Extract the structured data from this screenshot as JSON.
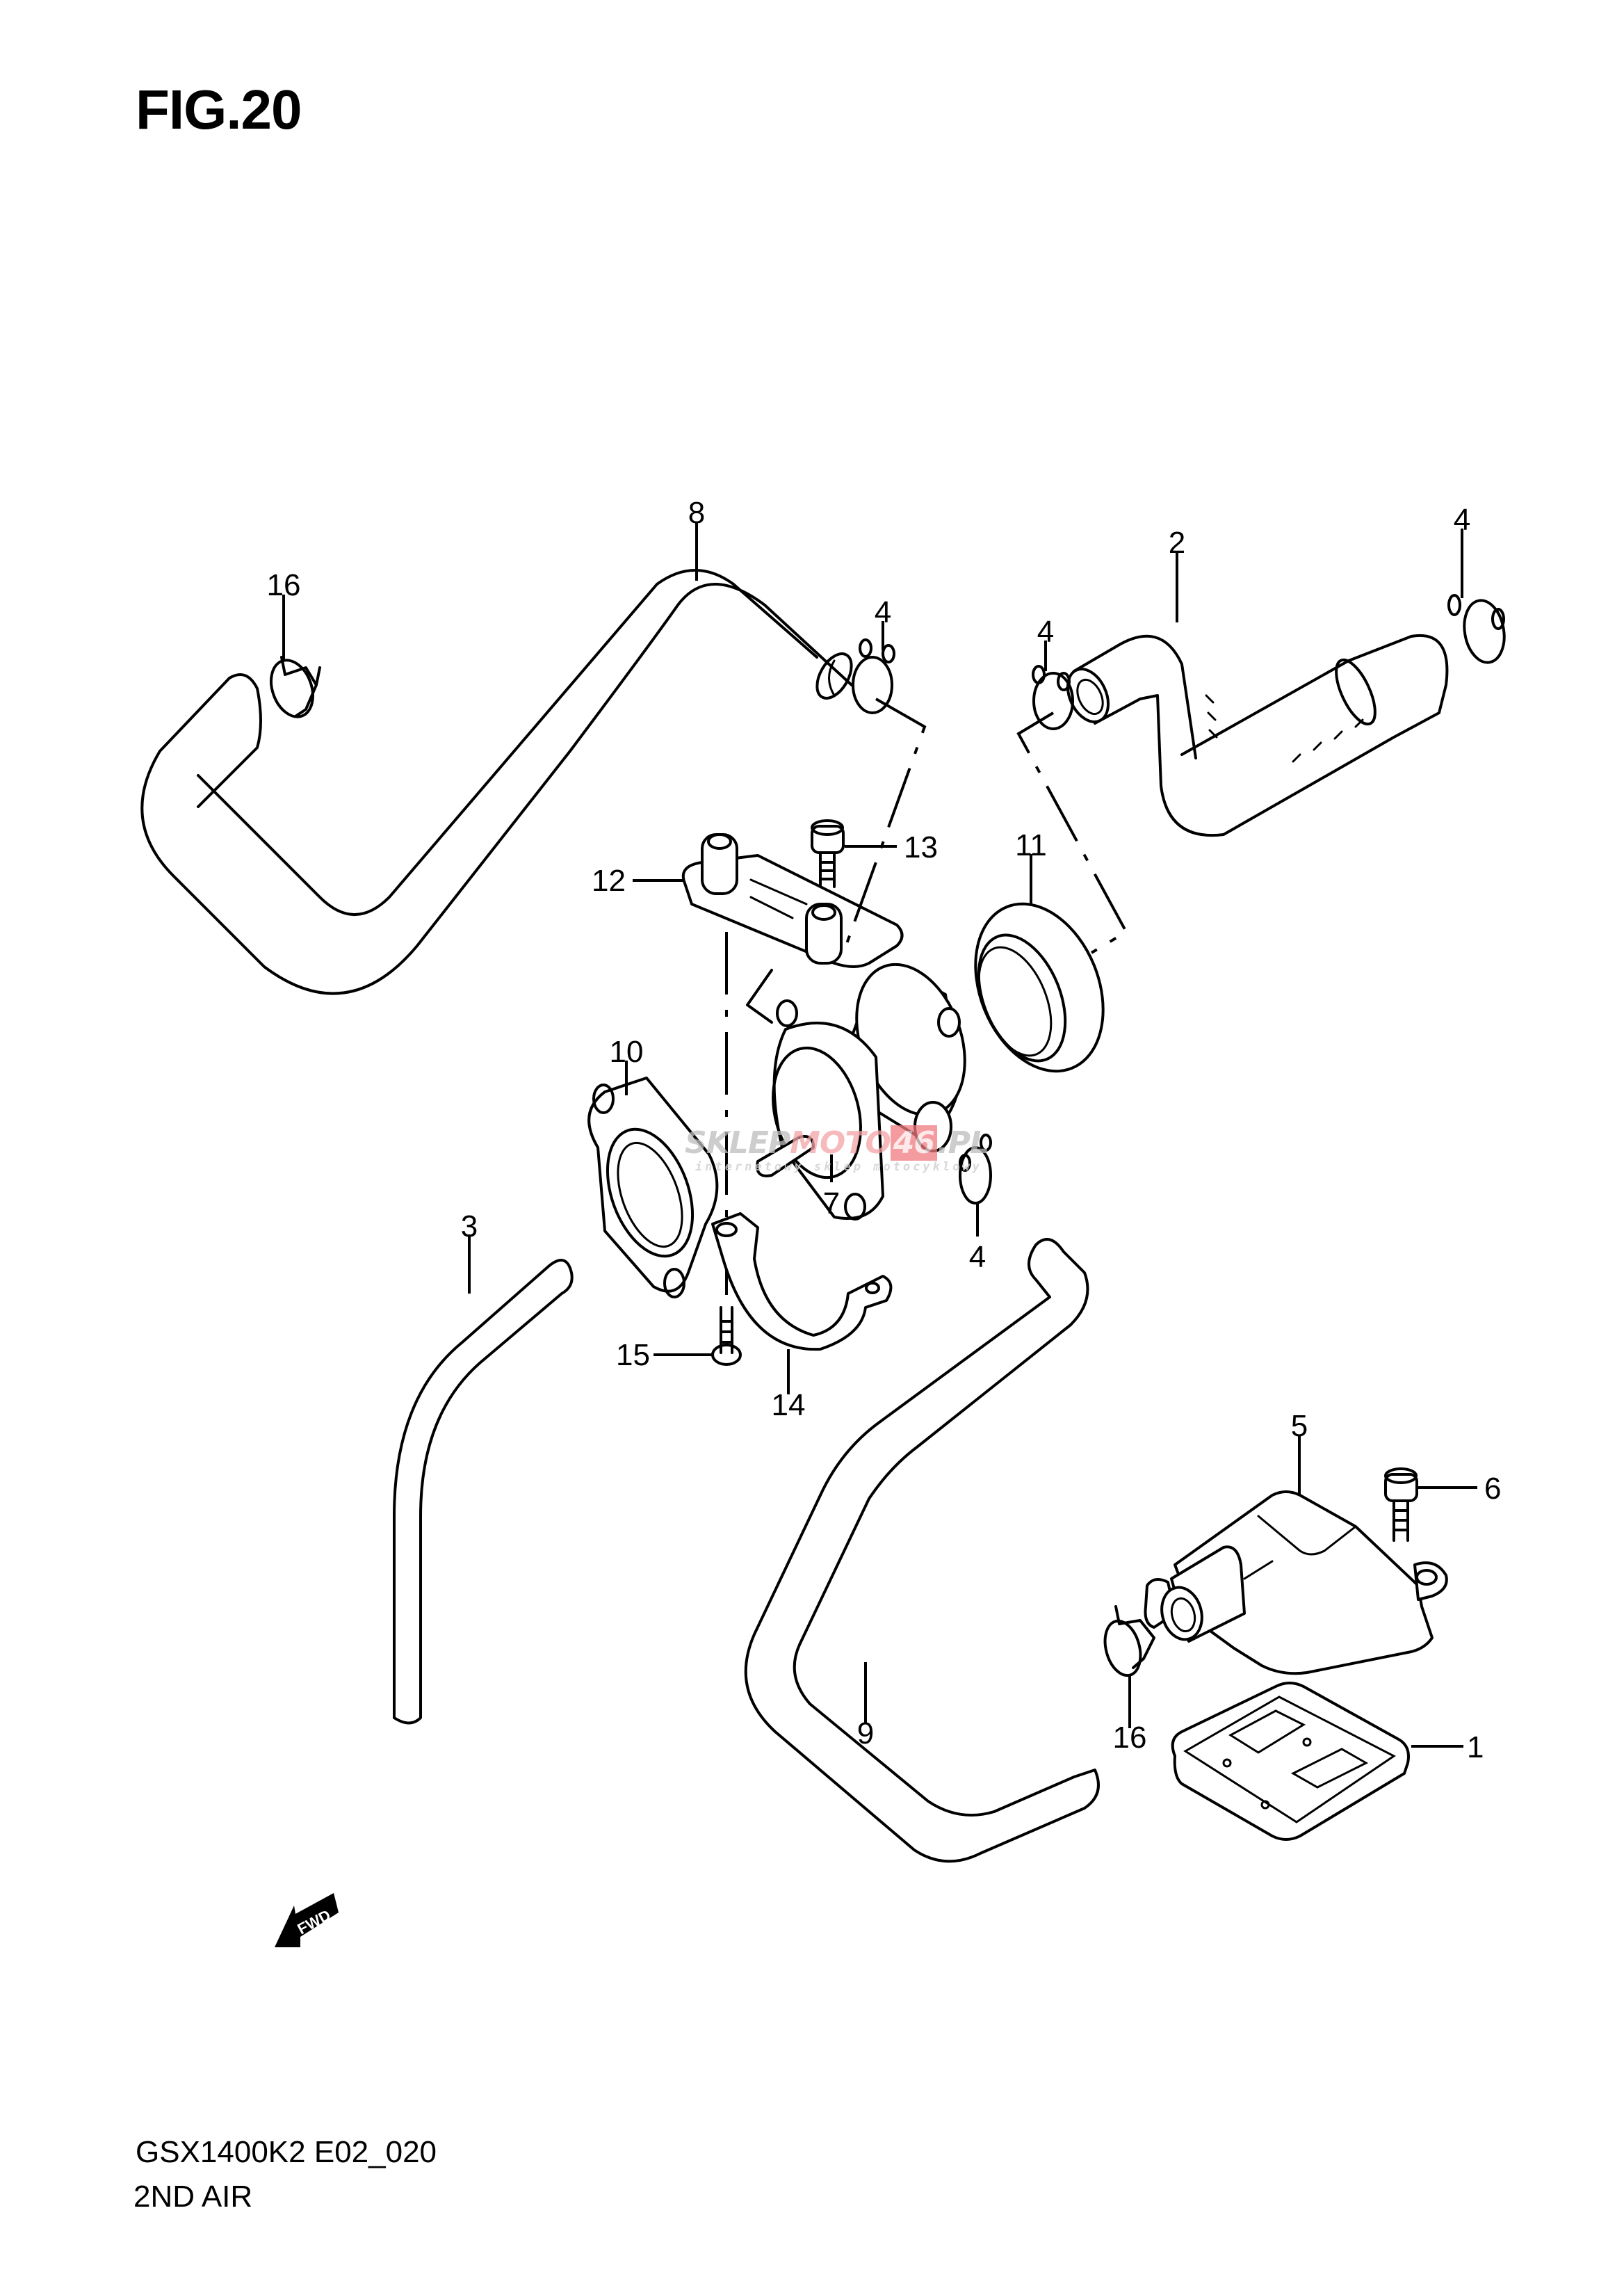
{
  "figure": {
    "title": "FIG.20",
    "model_code": "GSX1400K2 E02_020",
    "section_name": "2ND AIR"
  },
  "watermark": {
    "part1": "SKLEP",
    "part2": "MOTO",
    "part3": "46",
    "part4": ".PL",
    "tagline": "internetowy sklep motocyklowy",
    "colors": {
      "gray": "#bdbdbd",
      "pink": "#f4a4a8",
      "red": "#f07a80"
    }
  },
  "direction_indicator": {
    "label": "FWD",
    "icon": "forward-arrow-icon"
  },
  "callouts": [
    {
      "id": "c8",
      "number": "8",
      "part": "hose-upper-left"
    },
    {
      "id": "c16a",
      "number": "16",
      "part": "hose-clamp-upper"
    },
    {
      "id": "c4a",
      "number": "4",
      "part": "clip-upper-left"
    },
    {
      "id": "c4b",
      "number": "4",
      "part": "clip-upper-mid"
    },
    {
      "id": "c2",
      "number": "2",
      "part": "hose-upper-right"
    },
    {
      "id": "c4c",
      "number": "4",
      "part": "clip-upper-right"
    },
    {
      "id": "c13",
      "number": "13",
      "part": "bolt-upper"
    },
    {
      "id": "c12",
      "number": "12",
      "part": "bracket-plate"
    },
    {
      "id": "c11",
      "number": "11",
      "part": "cap-seal"
    },
    {
      "id": "c10",
      "number": "10",
      "part": "cushion-flange"
    },
    {
      "id": "c3",
      "number": "3",
      "part": "hose-small"
    },
    {
      "id": "c7",
      "number": "7",
      "part": "pair-valve"
    },
    {
      "id": "c4d",
      "number": "4",
      "part": "clip-lower"
    },
    {
      "id": "c15",
      "number": "15",
      "part": "screw"
    },
    {
      "id": "c14",
      "number": "14",
      "part": "bracket-clamp"
    },
    {
      "id": "c5",
      "number": "5",
      "part": "reed-valve-cover"
    },
    {
      "id": "c6",
      "number": "6",
      "part": "bolt-cover"
    },
    {
      "id": "c9",
      "number": "9",
      "part": "hose-lower"
    },
    {
      "id": "c16b",
      "number": "16",
      "part": "hose-clamp-lower"
    },
    {
      "id": "c1",
      "number": "1",
      "part": "reed-valve-gasket"
    }
  ]
}
